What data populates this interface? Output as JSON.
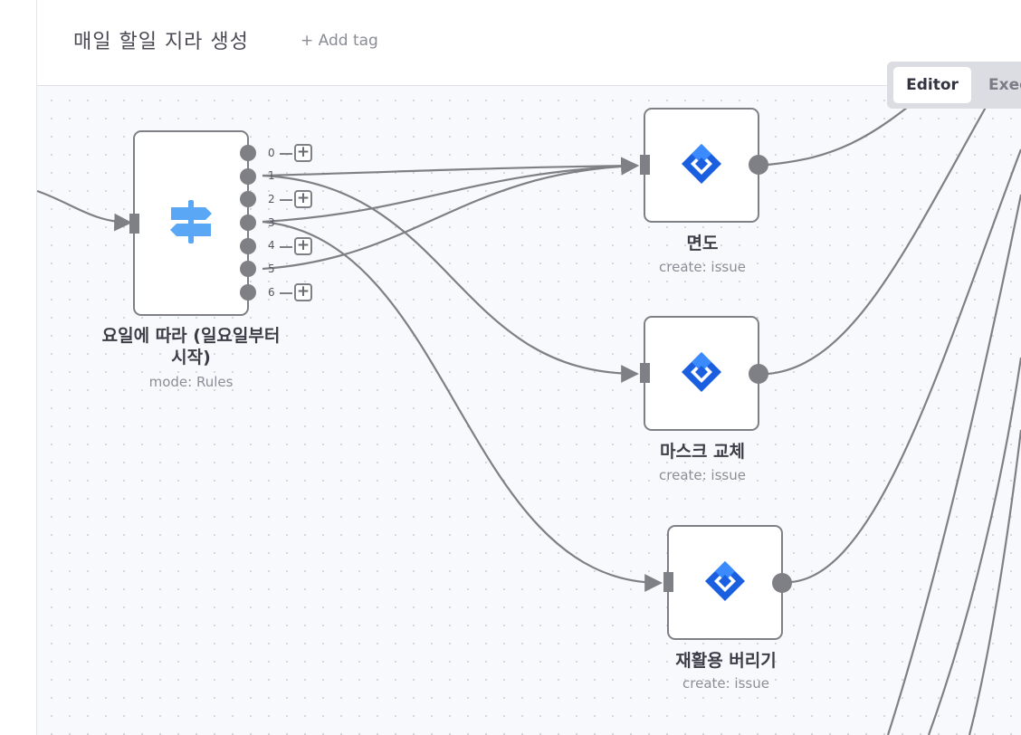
{
  "header": {
    "title": "매일 할일 지라 생성",
    "add_tag": "+ Add tag"
  },
  "tabs": {
    "editor": "Editor",
    "executions": "Exec"
  },
  "switch_node": {
    "label_line1": "요일에 따라 (일요일부터",
    "label_line2": "시작)",
    "subtitle": "mode: Rules",
    "icon": "signpost-icon",
    "outputs": [
      "0",
      "1",
      "2",
      "3",
      "4",
      "5",
      "6"
    ]
  },
  "jira_nodes": [
    {
      "label": "면도",
      "subtitle": "create: issue",
      "icon": "jira-icon"
    },
    {
      "label": "마스크 교체",
      "subtitle": "create: issue",
      "icon": "jira-icon"
    },
    {
      "label": "재활용 버리기",
      "subtitle": "create: issue",
      "icon": "jira-icon"
    }
  ],
  "colors": {
    "edge": "#7f7f86",
    "jira_blue_dark": "#1a5fe0",
    "jira_blue_light": "#3b8bff",
    "signpost_blue": "#5aa8f5"
  }
}
